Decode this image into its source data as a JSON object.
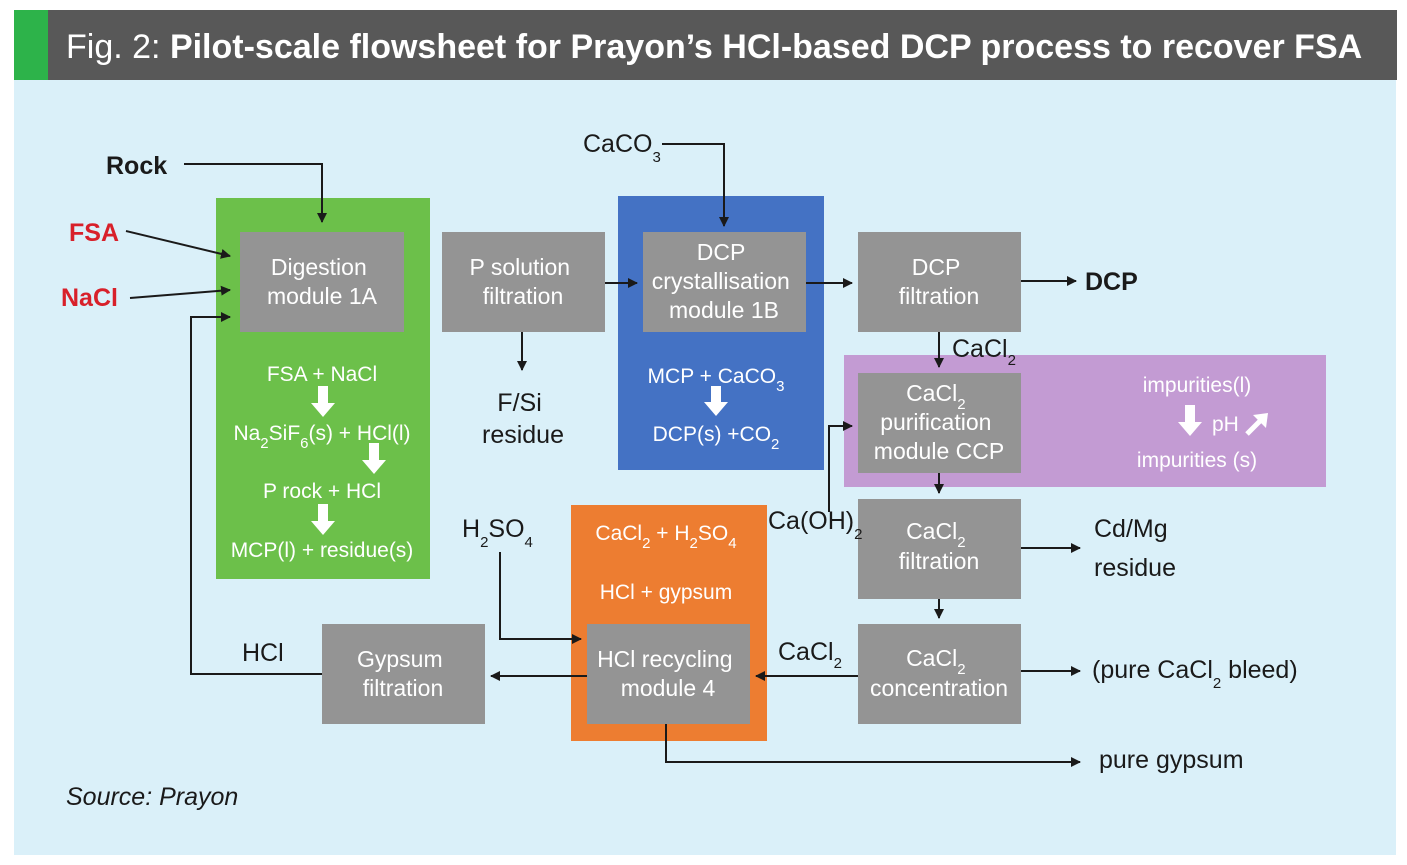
{
  "title": {
    "prefix": "Fig. 2: ",
    "text": "Pilot-scale flowsheet for Prayon’s HCl-based DCP process to recover FSA"
  },
  "colors": {
    "header_bg": "#585858",
    "header_accent": "#2db34a",
    "panel_bg": "#daf0f9",
    "process_box": "#949494",
    "module_1a": "#6cc04a",
    "module_1b": "#4472c4",
    "module_ccp": "#c39bd3",
    "module_4": "#ed7d31",
    "red_label": "#d8202a"
  },
  "inputs": {
    "rock": "Rock",
    "fsa": "FSA",
    "nacl": "NaCl",
    "caco3": "CaCO",
    "caco3_sub": "3",
    "h2so4_h": "H",
    "h2so4_sub1": "2",
    "h2so4_so": "SO",
    "h2so4_sub2": "4",
    "caoh2": "Ca(OH)",
    "caoh2_sub": "2"
  },
  "boxes": {
    "digestion": [
      "Digestion",
      "module 1A"
    ],
    "p_solution": [
      "P solution",
      "filtration"
    ],
    "dcp_cryst": [
      "DCP",
      "crystallisation",
      "module 1B"
    ],
    "dcp_filtration": [
      "DCP",
      "filtration"
    ],
    "cacl2_purification": [
      "CaCl",
      "purification",
      "module CCP"
    ],
    "cacl2_filtration": [
      "CaCl",
      "filtration"
    ],
    "cacl2_concentration": [
      "CaCl",
      "concentration"
    ],
    "hcl_recycling": [
      "HCl recycling",
      "module 4"
    ],
    "gypsum_filtration": [
      "Gypsum",
      "filtration"
    ],
    "cacl2_sub": "2"
  },
  "reactions": {
    "module_1a": {
      "line1": "FSA + NaCl",
      "line2_na": "Na",
      "line2_sub1": "2",
      "line2_sif": "SiF",
      "line2_sub2": "6",
      "line2_rest": "(s) + HCl(l)",
      "line3": "P rock + HCl",
      "line4": "MCP(l) + residue(s)"
    },
    "module_1b": {
      "line1": "MCP + CaCO",
      "line1_sub": "3",
      "line2": "DCP(s) +CO",
      "line2_sub": "2"
    },
    "module_ccp": {
      "line1": "impurities(l)",
      "ph": "pH",
      "line2": "impurities (s)"
    },
    "module_4": {
      "line1_a": "CaCl",
      "line1_sub1": "2",
      "line1_b": " + H",
      "line1_sub2": "2",
      "line1_c": "SO",
      "line1_sub3": "4",
      "line2": "HCl + gypsum"
    }
  },
  "outputs": {
    "dcp": "DCP",
    "fsi_residue": [
      "F/Si",
      "residue"
    ],
    "cdmg_residue": [
      "Cd/Mg",
      "residue"
    ],
    "pure_cacl2_bleed_a": "(pure CaCl",
    "pure_cacl2_bleed_sub": "2",
    "pure_cacl2_bleed_b": " bleed)",
    "pure_gypsum": "pure gypsum"
  },
  "stream_labels": {
    "cacl2_to_ccp": "CaCl",
    "cacl2_to_module4": "CaCl",
    "cacl2_sub": "2",
    "hcl_recycle": "HCl"
  },
  "source": "Source: Prayon"
}
